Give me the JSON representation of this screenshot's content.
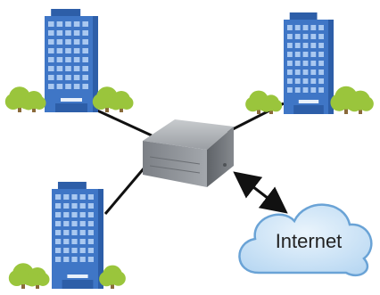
{
  "diagram": {
    "cloud_label": "Internet",
    "nodes": [
      "building-top-left",
      "building-top-right",
      "building-bottom-left",
      "server",
      "internet-cloud"
    ],
    "links": [
      {
        "from": "building-top-left",
        "to": "server",
        "style": "line"
      },
      {
        "from": "building-top-right",
        "to": "server",
        "style": "line"
      },
      {
        "from": "building-bottom-left",
        "to": "server",
        "style": "line"
      },
      {
        "from": "server",
        "to": "internet-cloud",
        "style": "double-arrow"
      }
    ]
  },
  "colors": {
    "building": "#3f76c6",
    "building_dark": "#2d5ea8",
    "window": "#a9c8f0",
    "tree": "#9ac53c",
    "trunk": "#8a6a3a",
    "server": "#8e9297",
    "cloud": "#c9e2f6",
    "cloud_stroke": "#6aa3d6",
    "link": "#111111"
  }
}
